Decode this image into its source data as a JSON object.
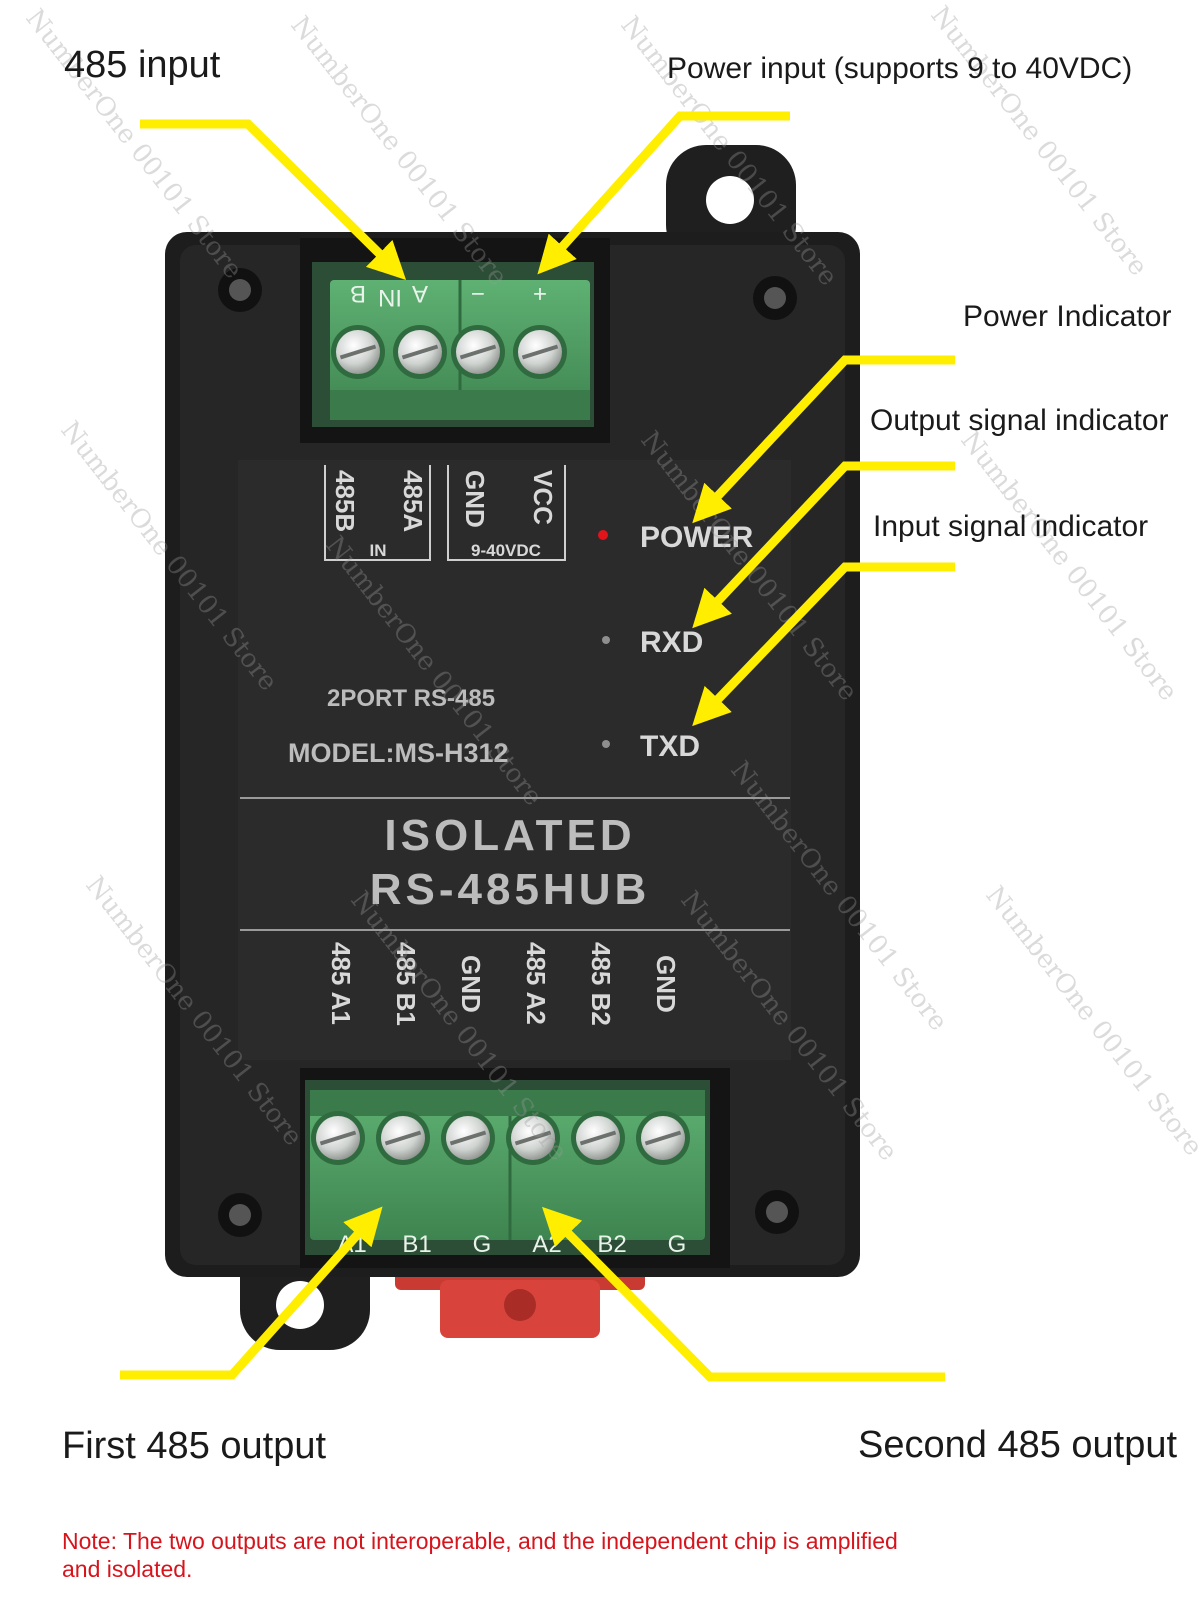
{
  "callouts": {
    "input_485": "485 input",
    "power_input": "Power input (supports 9 to 40VDC)",
    "power_indicator": "Power Indicator",
    "output_signal_indicator": "Output signal indicator",
    "input_signal_indicator": "Input signal indicator",
    "first_output": "First 485 output",
    "second_output": "Second 485 output"
  },
  "note": "Note: The two outputs are not interoperable, and the independent chip is amplified and isolated.",
  "device": {
    "top_terminal_marks": [
      "B",
      "A",
      "IN",
      "−",
      "+"
    ],
    "top_labels": [
      "485B",
      "485A",
      "GND",
      "VCC"
    ],
    "top_group_in": "IN",
    "top_group_power": "9-40VDC",
    "led_power": "POWER",
    "led_rxd": "RXD",
    "led_txd": "TXD",
    "ports_text": "2PORT RS-485",
    "model_text": "MODEL:MS-H312",
    "title_line1": "ISOLATED",
    "title_line2": "RS-485HUB",
    "bottom_labels": [
      "485 A1",
      "485 B1",
      "GND",
      "485 A2",
      "485 B2",
      "GND"
    ],
    "bottom_terminal_marks": [
      "A1",
      "B1",
      "G",
      "A2",
      "B2",
      "G"
    ]
  },
  "watermark": "NumberOne 00101 Store",
  "colors": {
    "arrow": "#ffee00",
    "housing": "#222222",
    "terminal": "#4e9a63",
    "led_power_on": "#e0141a",
    "din_clip": "#d43a34",
    "note": "#d7141c"
  }
}
